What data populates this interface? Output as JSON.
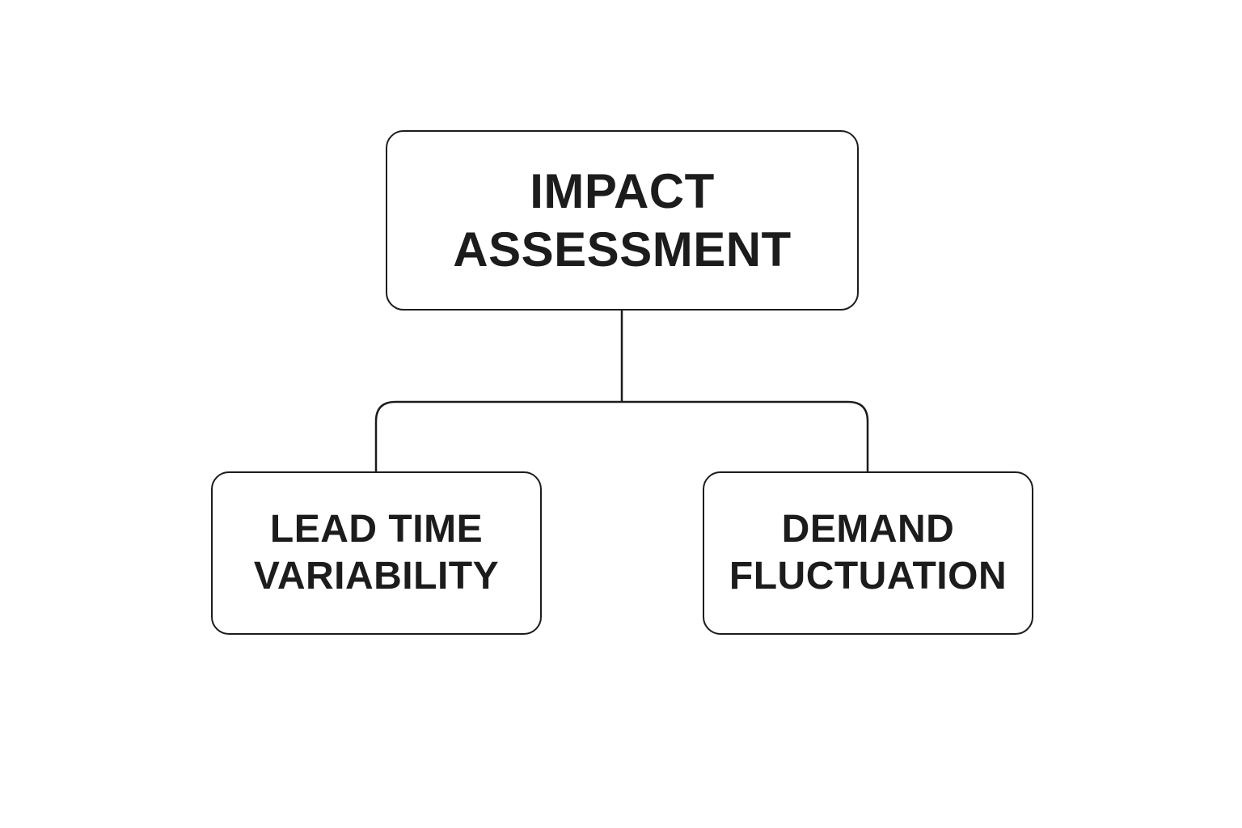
{
  "diagram": {
    "root": {
      "line1": "IMPACT",
      "line2": "ASSESSMENT"
    },
    "children": [
      {
        "line1": "LEAD TIME",
        "line2": "VARIABILITY"
      },
      {
        "line1": "DEMAND",
        "line2": "FLUCTUATION"
      }
    ]
  },
  "colors": {
    "stroke": "#1c1c1c",
    "background": "#ffffff"
  }
}
